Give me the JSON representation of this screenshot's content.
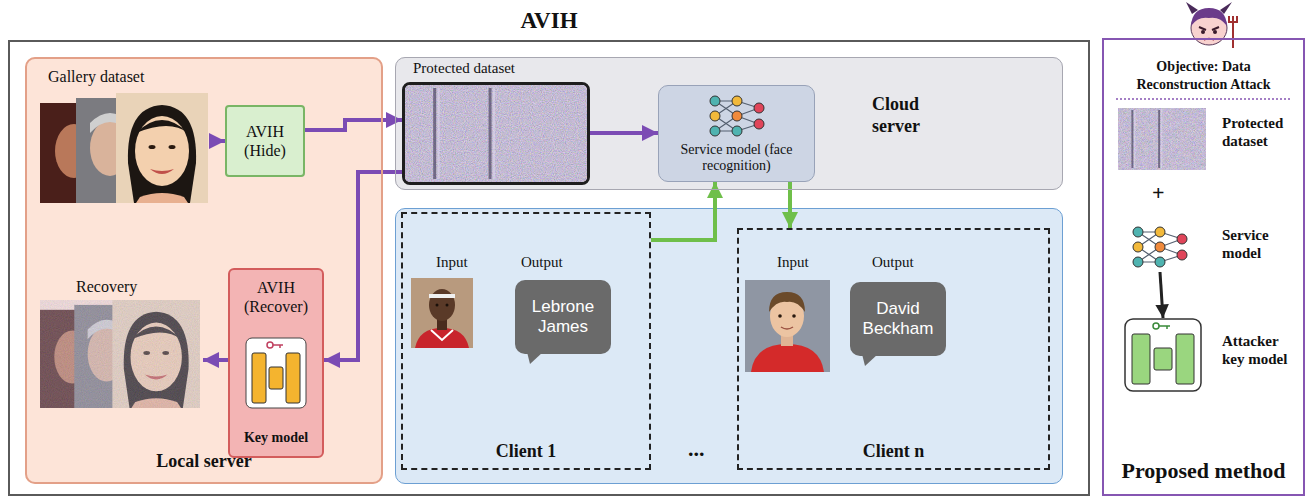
{
  "diagram": {
    "title": "AVIH",
    "nodes": [
      {
        "text": [
          "Local server"
        ]
      },
      {
        "text": [
          "Gallery dataset"
        ],
        "in": 0
      },
      {
        "text": [
          "AVIH (Hide)"
        ],
        "in": 0
      },
      {
        "text": [
          "AVIH (Recover)",
          "Key model"
        ],
        "in": 0
      },
      {
        "text": [
          "Recovery"
        ],
        "in": 0
      },
      {
        "text": [
          "Cloud server"
        ]
      },
      {
        "text": [
          "Protected dataset"
        ],
        "in": 5
      },
      {
        "text": [
          "Service model (face recognition)"
        ],
        "in": 5
      },
      {
        "text": [
          "Input",
          "Output",
          "Client 1"
        ]
      },
      {
        "text": [
          "Lebrone James"
        ],
        "in": 8
      },
      {
        "text": [
          "Input",
          "Output",
          "Client n"
        ]
      },
      {
        "text": [
          "David Beckham"
        ],
        "in": 10
      },
      {
        "text": [
          "Objective: Data Reconstruction Attack",
          "Proposed method"
        ]
      },
      {
        "text": [
          "Protected dataset"
        ],
        "in": 12
      },
      {
        "text": [
          "Service model"
        ],
        "in": 12
      },
      {
        "text": [
          "Attacker key model"
        ],
        "in": 12
      }
    ],
    "edges": [
      {
        "from": 1,
        "to": 2,
        "arrow": "to"
      },
      {
        "from": 2,
        "to": 6,
        "arrow": "to"
      },
      {
        "from": 6,
        "to": 7,
        "arrow": "to"
      },
      {
        "from": 6,
        "to": 3,
        "arrow": "to"
      },
      {
        "from": 3,
        "to": 4,
        "arrow": "to"
      },
      {
        "from": 8,
        "to": 7,
        "arrow": "to"
      },
      {
        "from": 7,
        "to": 10,
        "arrow": "to"
      },
      {
        "from": 14,
        "to": 15,
        "arrow": "to"
      }
    ],
    "labels": [
      "...",
      "+"
    ]
  }
}
